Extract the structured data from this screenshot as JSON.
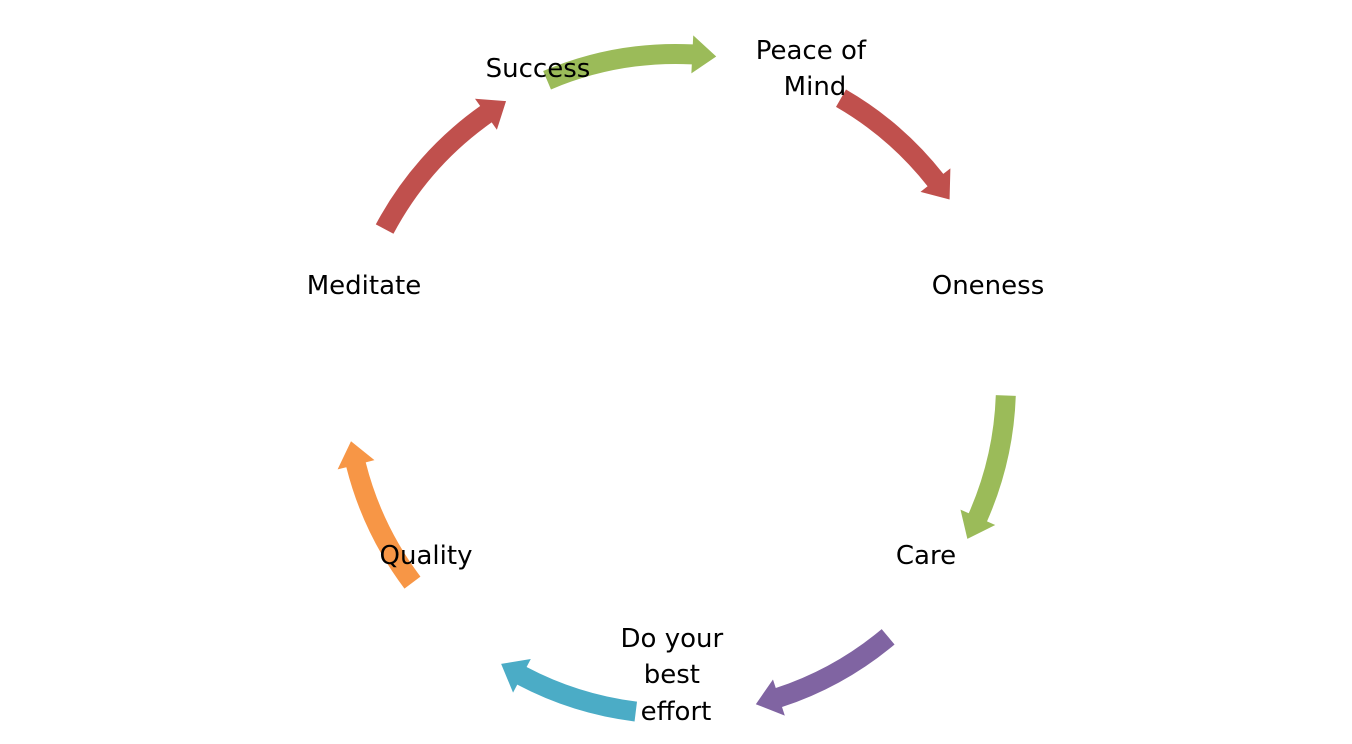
{
  "nodes": [
    {
      "id": "success",
      "lines": [
        "Success"
      ]
    },
    {
      "id": "peace-of-mind",
      "lines": [
        "Peace of",
        "Mind"
      ]
    },
    {
      "id": "oneness",
      "lines": [
        "Oneness"
      ]
    },
    {
      "id": "care",
      "lines": [
        "Care"
      ]
    },
    {
      "id": "do-your-best-effort",
      "lines": [
        "Do your",
        "best",
        "effort"
      ]
    },
    {
      "id": "quality",
      "lines": [
        "Quality"
      ]
    },
    {
      "id": "meditate",
      "lines": [
        "Meditate"
      ]
    }
  ],
  "arrows": [
    {
      "from": "success",
      "to": "peace-of-mind",
      "color": "#9bbb59"
    },
    {
      "from": "peace-of-mind",
      "to": "oneness",
      "color": "#c0504d"
    },
    {
      "from": "oneness",
      "to": "care",
      "color": "#9bbb59"
    },
    {
      "from": "care",
      "to": "do-your-best-effort",
      "color": "#8064a2"
    },
    {
      "from": "do-your-best-effort",
      "to": "quality",
      "color": "#4bacc6"
    },
    {
      "from": "quality",
      "to": "meditate",
      "color": "#f79646"
    },
    {
      "from": "meditate",
      "to": "success",
      "color": "#c0504d"
    }
  ]
}
